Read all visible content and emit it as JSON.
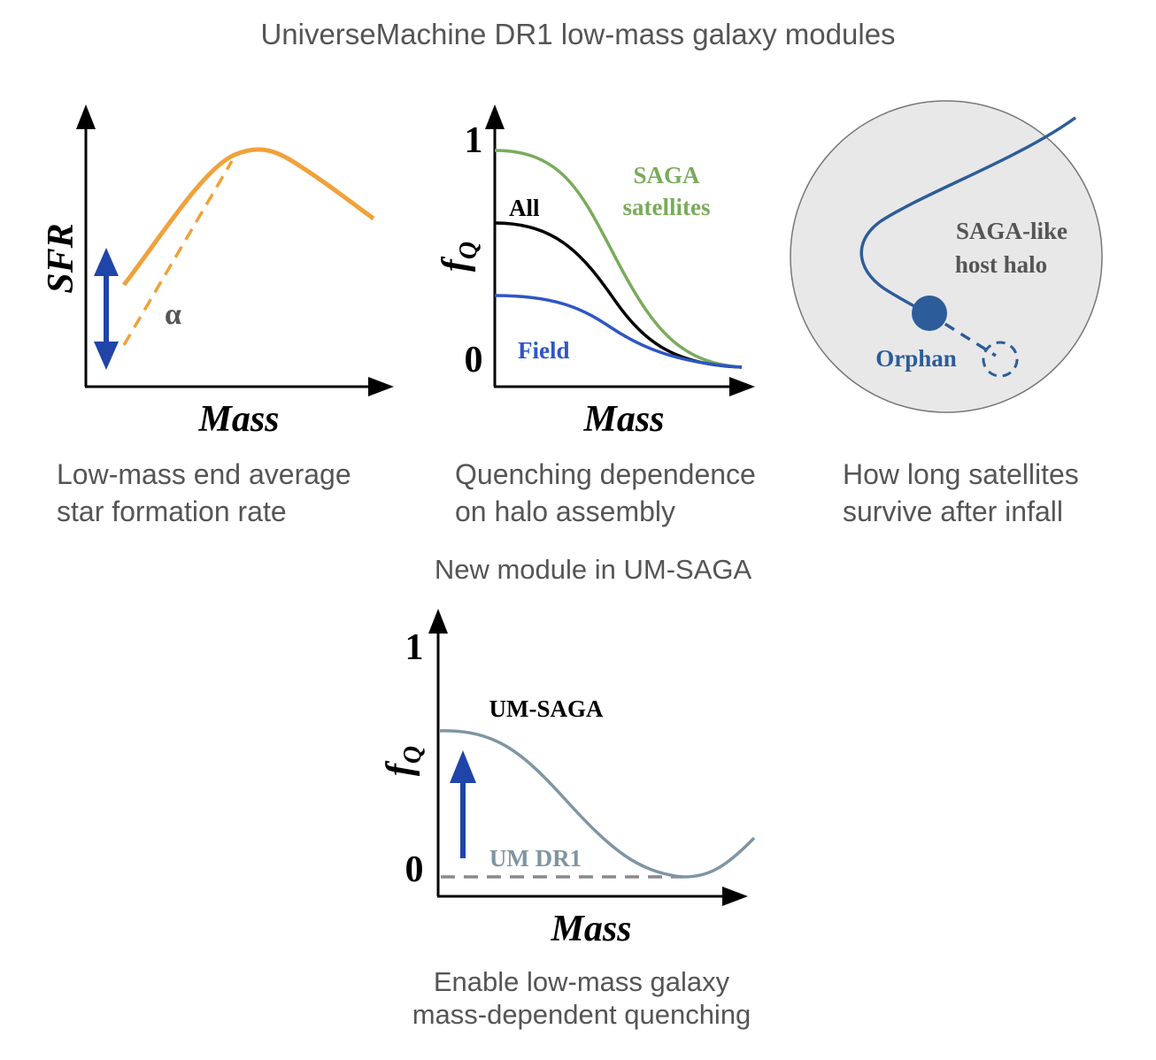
{
  "title": "UniverseMachine DR1 low-mass galaxy modules",
  "panels": {
    "sfr": {
      "ylabel": "SFR",
      "xlabel": "Mass",
      "alpha_label": "α",
      "caption_line1": "Low-mass end average",
      "caption_line2": "star formation rate"
    },
    "quench": {
      "ylabel": "f",
      "ylabel_sub": "Q",
      "xlabel": "Mass",
      "tick_top": "1",
      "tick_bottom": "0",
      "label_saga_1": "SAGA",
      "label_saga_2": "satellites",
      "label_all": "All",
      "label_field": "Field",
      "caption_line1": "Quenching dependence",
      "caption_line2": "on halo assembly"
    },
    "orphan": {
      "host_line1": "SAGA-like",
      "host_line2": "host halo",
      "orphan_label": "Orphan",
      "caption_line1": "How long satellites",
      "caption_line2": "survive after infall"
    },
    "new_module": {
      "heading": "New module in UM-SAGA",
      "ylabel": "f",
      "ylabel_sub": "Q",
      "xlabel": "Mass",
      "tick_top": "1",
      "tick_bottom": "0",
      "label_umsaga": "UM-SAGA",
      "label_umdr1": "UM DR1",
      "caption_line1": "Enable low-mass galaxy",
      "caption_line2": "mass-dependent quenching"
    }
  },
  "colors": {
    "orange": "#f0a23a",
    "green": "#7aab5b",
    "blue": "#2e56c4",
    "arrow_blue": "#1f45a8",
    "halo_blue": "#2d5c9a",
    "grey_curve": "#7f95a3",
    "text_grey": "#555555",
    "halo_fill": "#e8e8e8"
  }
}
